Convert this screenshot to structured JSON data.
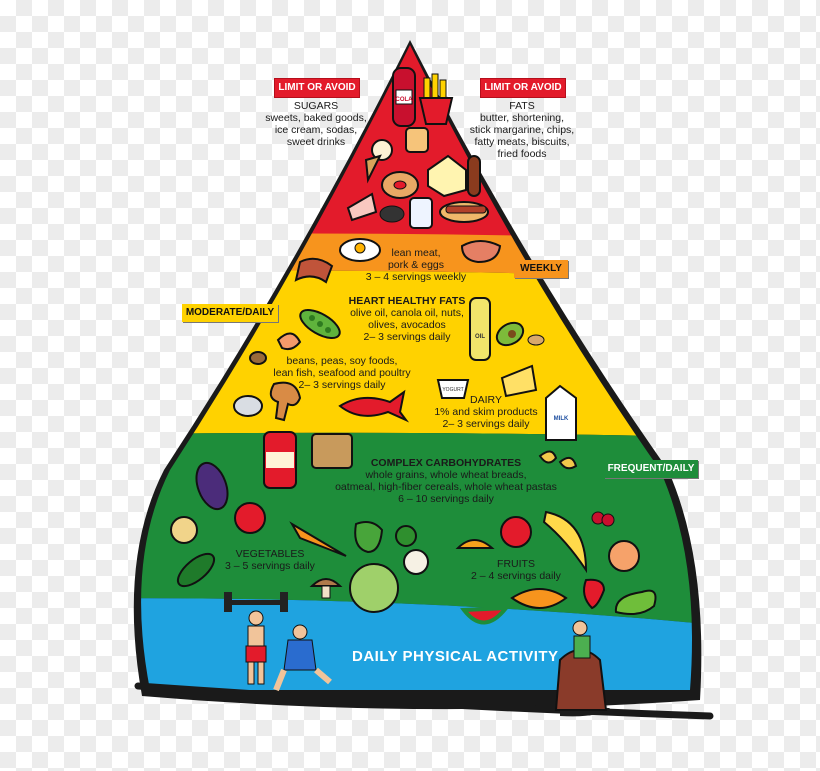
{
  "tiers": {
    "sugars": {
      "tag": "LIMIT OR AVOID",
      "title": "SUGARS",
      "lines": [
        "sweets, baked goods,",
        "ice cream, sodas,",
        "sweet drinks"
      ]
    },
    "fats": {
      "tag": "LIMIT OR AVOID",
      "title": "FATS",
      "lines": [
        "butter, shortening,",
        "stick margarine, chips,",
        "fatty meats, biscuits,",
        "fried foods"
      ]
    },
    "meat": {
      "tag": "WEEKLY",
      "lines": [
        "lean meat,",
        "pork & eggs",
        "3 – 4 servings weekly"
      ]
    },
    "heart_fats": {
      "tag": "MODERATE/DAILY",
      "title": "HEART HEALTHY FATS",
      "lines": [
        "olive oil, canola oil, nuts,",
        "olives, avocados",
        "2– 3 servings daily"
      ]
    },
    "beans": {
      "lines": [
        "beans, peas, soy foods,",
        "lean fish, seafood and poultry",
        "2– 3 servings daily"
      ]
    },
    "dairy": {
      "title": "DAIRY",
      "lines": [
        "1% and skim products",
        "2– 3 servings daily"
      ]
    },
    "carbs": {
      "tag": "FREQUENT/DAILY",
      "title": "COMPLEX CARBOHYDRATES",
      "lines": [
        "whole grains, whole wheat breads,",
        "oatmeal, high-fiber cereals, whole wheat pastas",
        "6 – 10 servings daily"
      ]
    },
    "vegetables": {
      "title": "VEGETABLES",
      "lines": [
        "3 – 5 servings daily"
      ]
    },
    "fruits": {
      "title": "FRUITS",
      "lines": [
        "2 – 4 servings daily"
      ]
    },
    "activity": {
      "label": "DAILY  PHYSICAL ACTIVITY"
    }
  },
  "food_labels": {
    "soda": "COLA",
    "oil": "OIL",
    "yogurt": "YOGURT",
    "milk": "MILK"
  },
  "colors": {
    "red": "#e31b2b",
    "orange": "#f7941d",
    "yellow": "#ffd200",
    "green": "#1e8d3a",
    "blue": "#1fa3e0",
    "outline": "#1a1a1a"
  }
}
